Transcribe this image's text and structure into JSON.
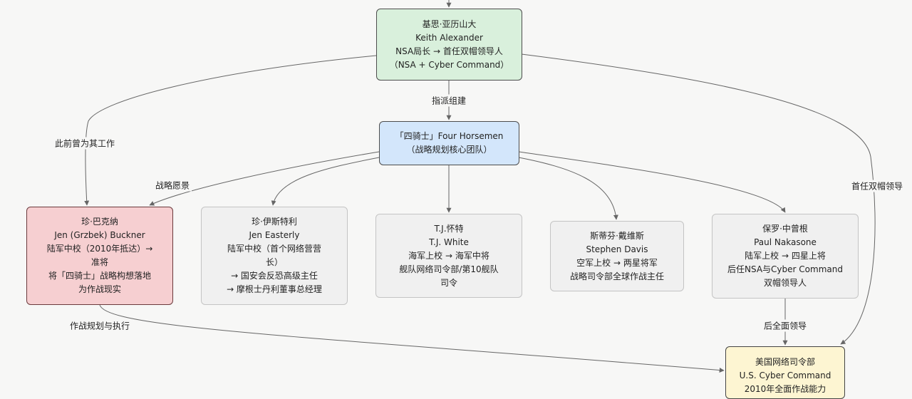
{
  "nodes": {
    "keith": {
      "lines": [
        "基思·亚历山大",
        "Keith Alexander",
        "NSA局长 → 首任双帽领导人",
        "（NSA + Cyber Command）"
      ]
    },
    "horsemen": {
      "lines": [
        "「四骑士」Four Horsemen",
        "（战略规划核心团队）"
      ]
    },
    "buckner": {
      "lines": [
        "珍·巴克纳",
        "Jen (Grzbek) Buckner",
        "陆军中校（2010年抵达）→",
        "准将",
        "将「四骑士」战略构想落地",
        "为作战现实"
      ]
    },
    "easterly": {
      "lines": [
        "珍·伊斯特利",
        "Jen Easterly",
        "陆军中校（首个网络营营",
        "长）",
        "→ 国安会反恐高级主任",
        "→ 摩根士丹利董事总经理"
      ]
    },
    "white": {
      "lines": [
        "T.J.怀特",
        "T.J. White",
        "海军上校 → 海军中将",
        "舰队网络司令部/第10舰队",
        "司令"
      ]
    },
    "davis": {
      "lines": [
        "斯蒂芬·戴维斯",
        "Stephen Davis",
        "空军上校 → 两星将军",
        "战略司令部全球作战主任"
      ]
    },
    "nakasone": {
      "lines": [
        "保罗·中曾根",
        "Paul Nakasone",
        "陆军上校 → 四星上将",
        "后任NSA与Cyber Command",
        "双帽领导人"
      ]
    },
    "cybercom": {
      "lines": [
        "美国网络司令部",
        "U.S. Cyber Command",
        "2010年全面作战能力"
      ]
    }
  },
  "edge_labels": {
    "assign": "指派组建",
    "worked_for": "此前曾为其工作",
    "vision": "战略愿景",
    "first_dual_hat": "首任双帽领导",
    "execution": "作战规划与执行",
    "later_lead": "后全面领导"
  },
  "colors": {
    "green": "#d9f0dc",
    "blue": "#d3e6fb",
    "red": "#f6cfd1",
    "gray": "#f0f0f0",
    "yellow": "#fdf5d2",
    "edge": "#666666"
  }
}
